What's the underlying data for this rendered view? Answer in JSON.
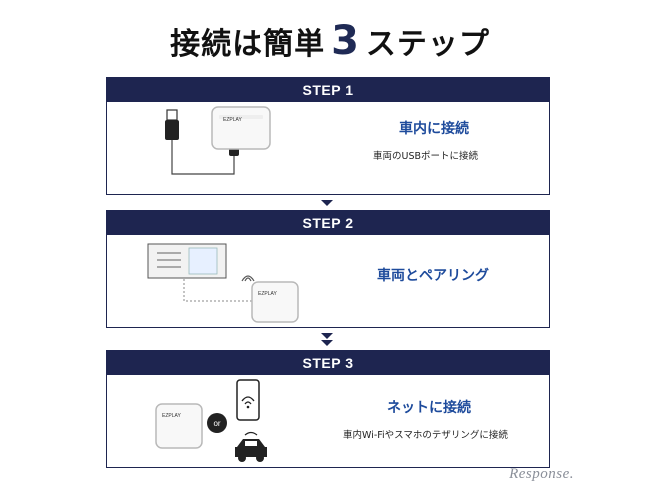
{
  "title": {
    "prefix": "接続は簡単",
    "number": "3",
    "suffix": "ステップ"
  },
  "steps": [
    {
      "label": "STEP 1",
      "heading": "車内に接続",
      "sub": "車両のUSBポートに接続"
    },
    {
      "label": "STEP 2",
      "heading": "車両とペアリング",
      "sub": ""
    },
    {
      "label": "STEP 3",
      "heading": "ネットに接続",
      "sub": "車内Wi-Fiやスマホのテザリングに接続"
    }
  ],
  "device_brand": "EZPLAY",
  "or_label": "or",
  "watermark": "Response."
}
